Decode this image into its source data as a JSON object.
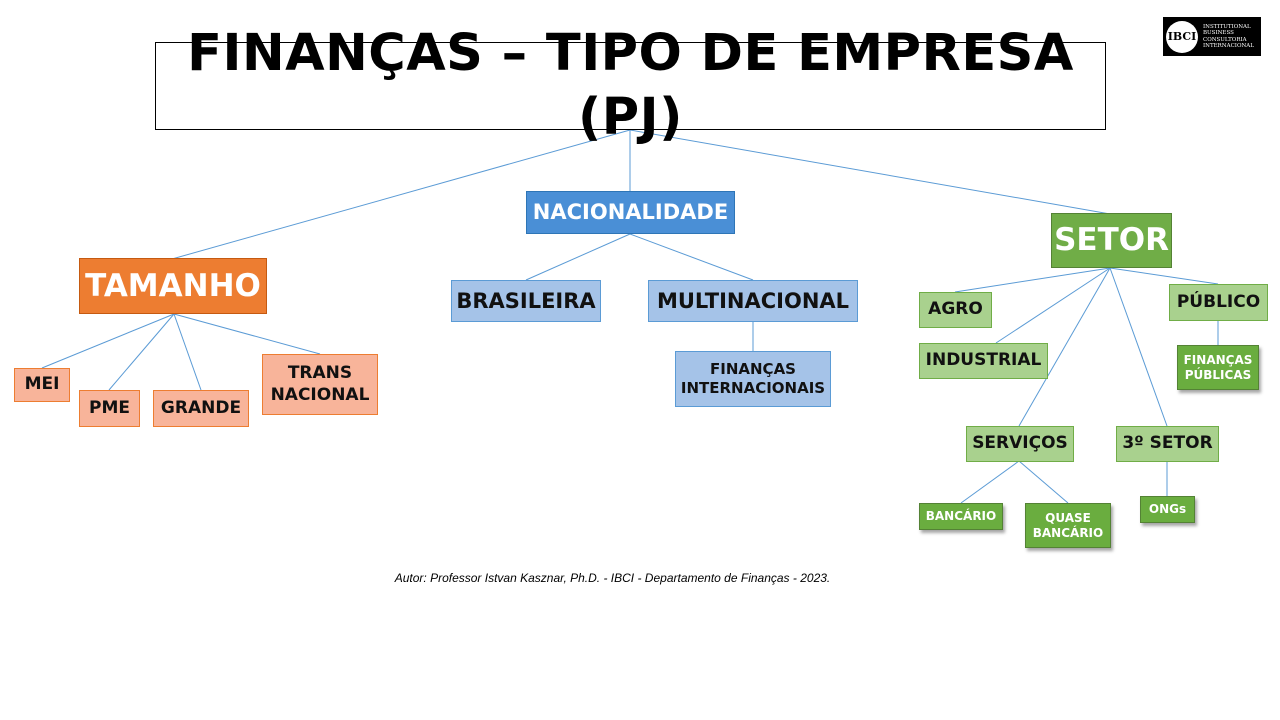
{
  "title": "FINANÇAS – TIPO DE EMPRESA (PJ)",
  "logo": {
    "seal": "IBCI",
    "text": "INSTITUTIONAL\nBUSINESS\nCONSULTORIA\nINTERNACIONAL"
  },
  "tamanho": {
    "label": "TAMANHO",
    "children": [
      "MEI",
      "PME",
      "GRANDE",
      "TRANS\nNACIONAL"
    ]
  },
  "nacionalidade": {
    "label": "NACIONALIDADE",
    "children": [
      "BRASILEIRA",
      "MULTINACIONAL"
    ],
    "multinacional_child": "FINANÇAS\nINTERNACIONAIS"
  },
  "setor": {
    "label": "SETOR",
    "children": [
      "AGRO",
      "INDUSTRIAL",
      "SERVIÇOS",
      "3º SETOR",
      "PÚBLICO"
    ],
    "servicos_children": [
      "BANCÁRIO",
      "QUASE\nBANCÁRIO"
    ],
    "terceiro_child": "ONGs",
    "publico_child": "FINANÇAS\nPÚBLICAS"
  },
  "footer": "Autor: Professor Istvan Kasznar, Ph.D. - IBCI - Departamento de Finanças  - 2023.",
  "colors": {
    "orange": "#ed7d31",
    "blue": "#4a8fd6",
    "green": "#70ad47",
    "connector": "#5b9bd5"
  }
}
